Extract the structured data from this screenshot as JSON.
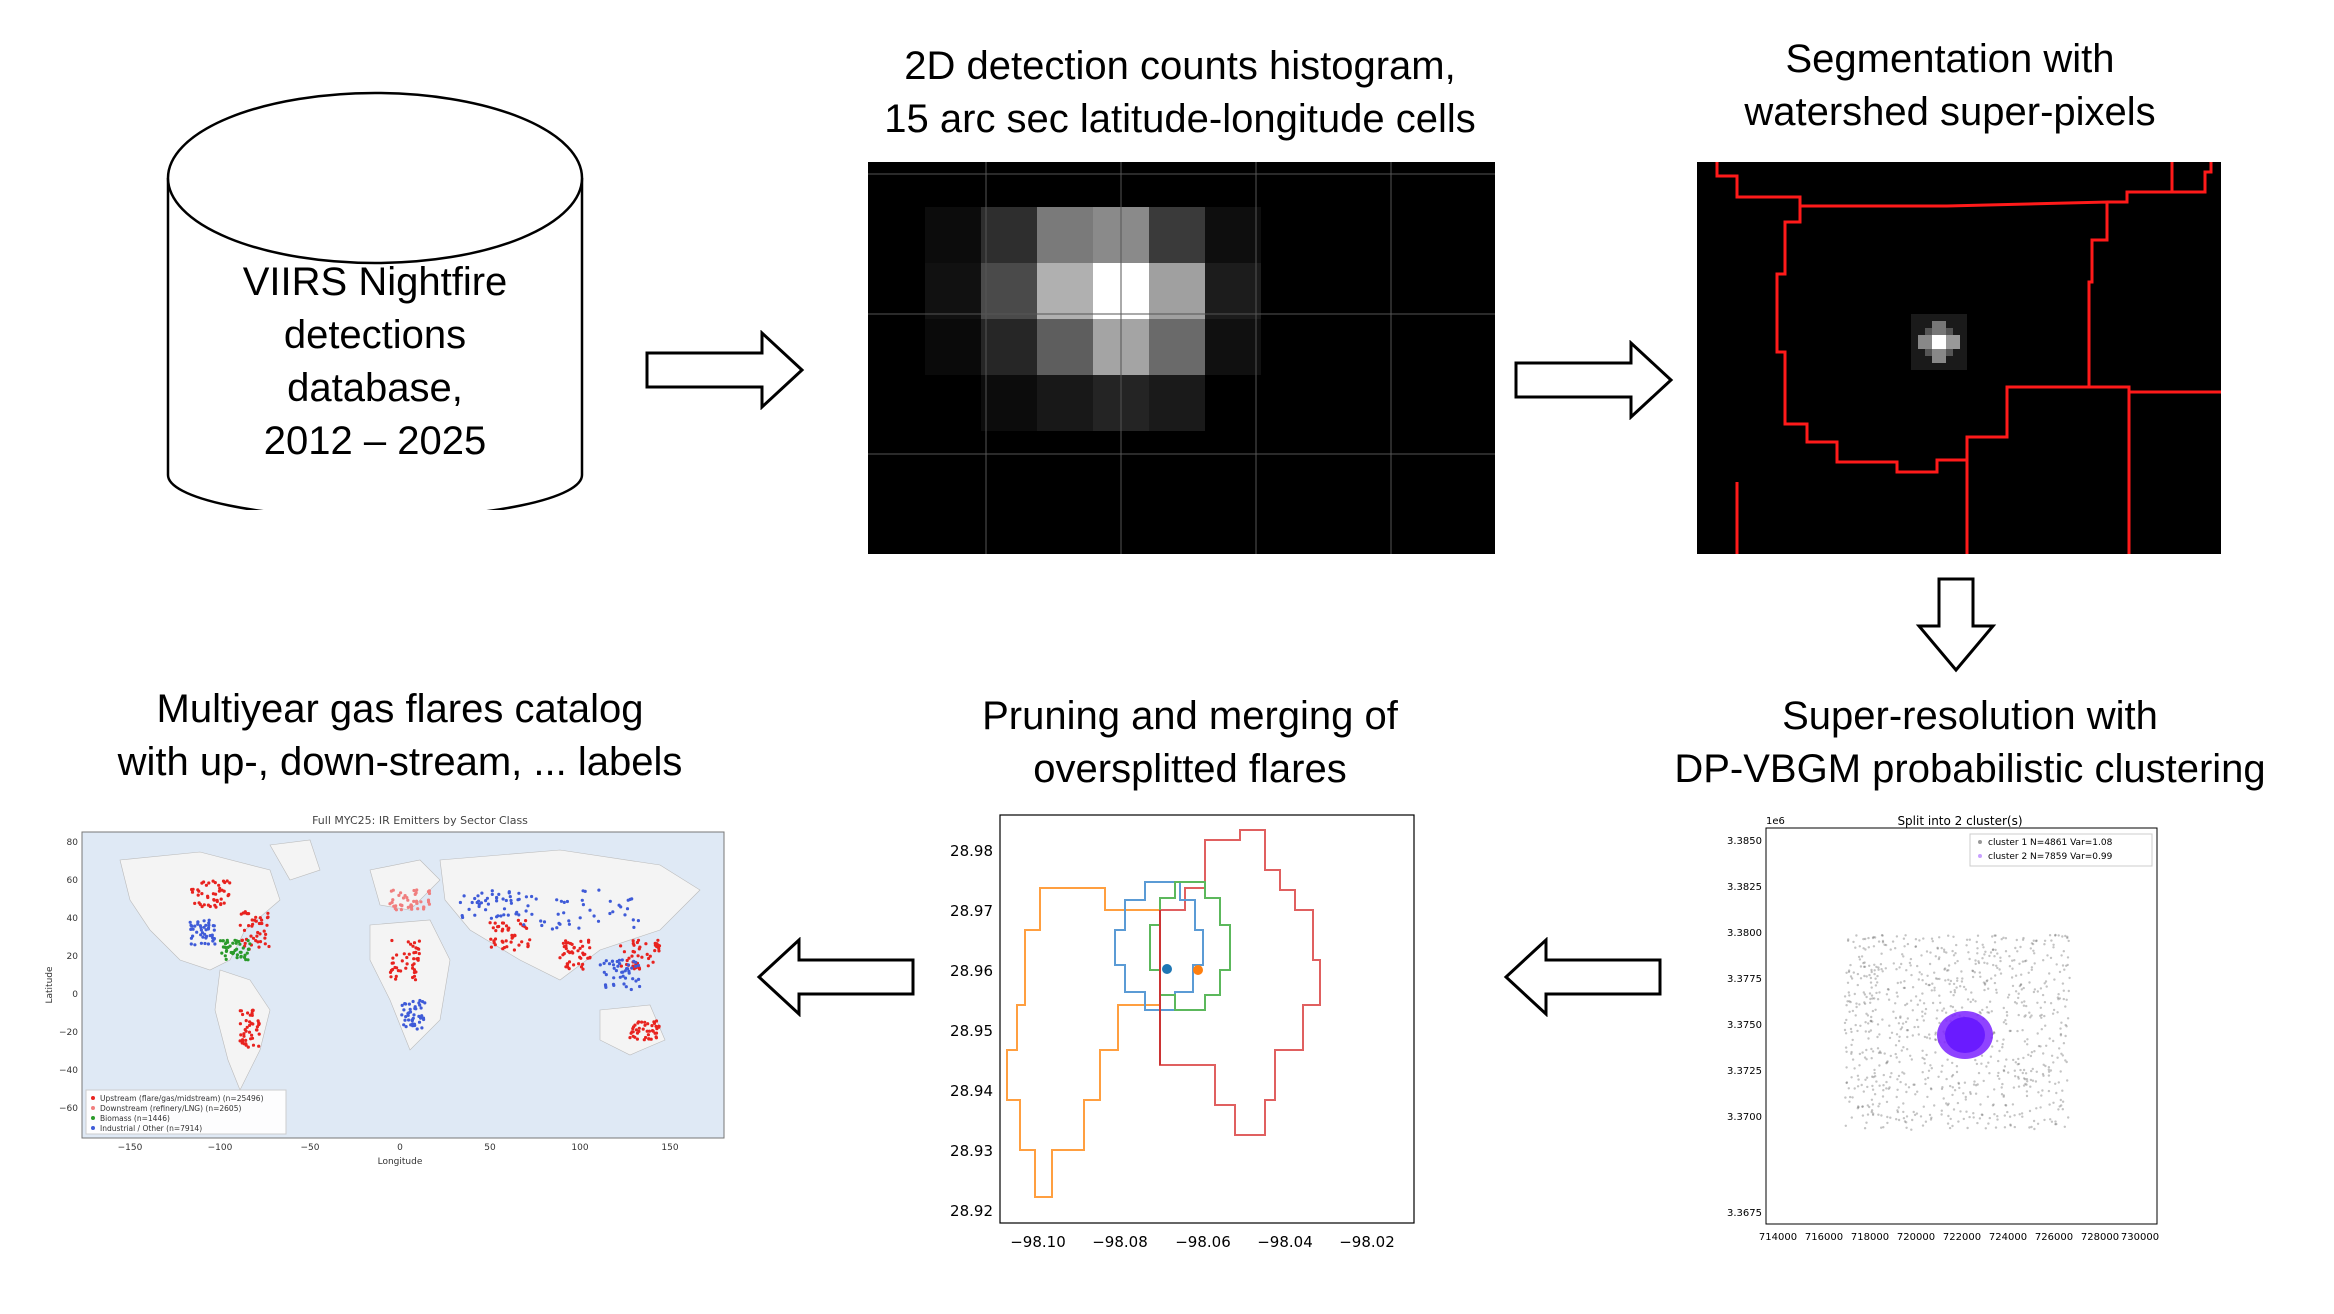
{
  "database": {
    "label_lines": [
      "VIIRS Nightfire",
      "detections",
      "database,",
      "2012 – 2025"
    ]
  },
  "step1": {
    "caption_lines": [
      "2D detection counts histogram,",
      "15 arc sec latitude-longitude cells"
    ]
  },
  "step2": {
    "caption_lines": [
      "Segmentation with",
      "watershed super-pixels"
    ]
  },
  "step3": {
    "caption_lines": [
      "Super-resolution with",
      "DP-VBGM probabilistic clustering"
    ],
    "plot": {
      "title": "Split into 2 cluster(s)",
      "y_offset_label": "1e6",
      "x_ticks": [
        "714000",
        "716000",
        "718000",
        "720000",
        "722000",
        "724000",
        "726000",
        "728000",
        "730000"
      ],
      "y_ticks": [
        "3.3850",
        "3.3825",
        "3.3800",
        "3.3775",
        "3.3750",
        "3.3725",
        "3.3700",
        "3.3675"
      ],
      "legend": [
        "cluster 1 N=4861 Var=1.08",
        "cluster 2 N=7859 Var=0.99"
      ]
    }
  },
  "step4": {
    "caption_lines": [
      "Pruning and merging of",
      "oversplitted flares"
    ],
    "plot": {
      "x_ticks": [
        "−98.10",
        "−98.08",
        "−98.06",
        "−98.04",
        "−98.02"
      ],
      "y_ticks": [
        "28.98",
        "28.97",
        "28.96",
        "28.95",
        "28.94",
        "28.93",
        "28.92"
      ]
    }
  },
  "step5": {
    "caption_lines": [
      "Multiyear gas flares catalog",
      "with up-, down-stream, ... labels"
    ],
    "map": {
      "title": "Full MYC25: IR Emitters by Sector Class",
      "xlabel": "Longitude",
      "ylabel": "Latitude",
      "x_ticks": [
        "−150",
        "−100",
        "−50",
        "0",
        "50",
        "100",
        "150"
      ],
      "y_ticks": [
        "80",
        "60",
        "40",
        "20",
        "0",
        "−20",
        "−40",
        "−60"
      ],
      "legend": [
        {
          "label": "Upstream (flare/gas/midstream) (n=25496)",
          "color": "#e8231f"
        },
        {
          "label": "Downstream (refinery/LNG) (n=2605)",
          "color": "#f07e7e"
        },
        {
          "label": "Biomass (n=1446)",
          "color": "#2a9a2a"
        },
        {
          "label": "Industrial / Other (n=7914)",
          "color": "#3f5bd8"
        }
      ]
    }
  },
  "colors": {
    "segment_red": "#ff1a1a",
    "cluster_purple": "#7b22ff",
    "orange_line": "#ff9f40",
    "blue_line": "#5b9bd5",
    "green_line": "#5cb85c",
    "red_line": "#e06060"
  }
}
